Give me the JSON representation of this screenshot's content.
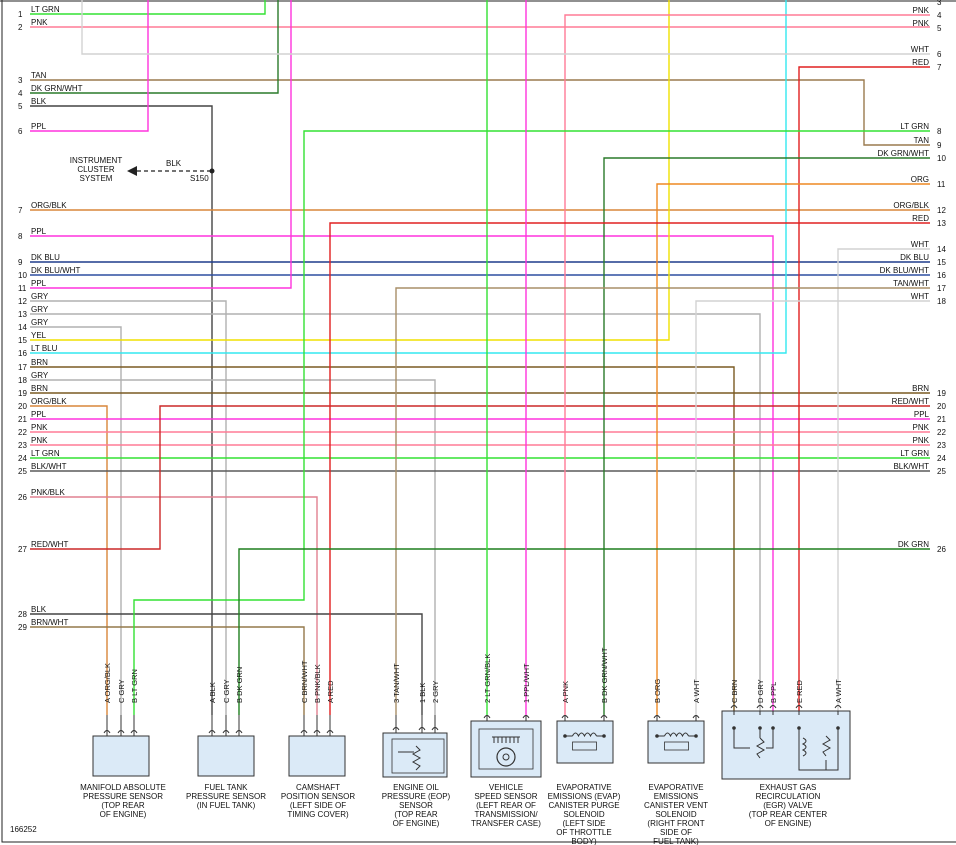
{
  "figure_id": "166252",
  "wire_colors": {
    "LT GRN": "#33e233",
    "PNK": "#ff7b96",
    "WHT": "#d2d2d2",
    "TAN": "#9a7a4e",
    "DK GRN/WHT": "#2a7a2a",
    "BLK": "#444444",
    "PPL": "#ff33dd",
    "RED": "#e02020",
    "ORG/BLK": "#d8863a",
    "DK BLU": "#1e3c8c",
    "DK BLU/WHT": "#2d4fa0",
    "GRY": "#b0b0b0",
    "YEL": "#f0e000",
    "LT BLU": "#33e8f0",
    "BRN": "#7a5a22",
    "RED/WHT": "#cc2828",
    "BLK/WHT": "#5a5a5a",
    "PNK/BLK": "#e08090",
    "BRN/WHT": "#94784a",
    "TAN/WHT": "#a88f68",
    "LT GRN/BLK": "#33cc55",
    "PPL/WHT": "#ee44dd",
    "ORG": "#ee8822",
    "DK GRN": "#1f7f1f"
  },
  "left_labels": [
    {
      "num": "1",
      "color": "LT GRN"
    },
    {
      "num": "2",
      "color": "PNK"
    },
    {
      "num": "3",
      "color": "TAN"
    },
    {
      "num": "4",
      "color": "DK GRN/WHT"
    },
    {
      "num": "5",
      "color": "BLK"
    },
    {
      "num": "6",
      "color": "PPL"
    },
    {
      "num": "7",
      "color": "ORG/BLK"
    },
    {
      "num": "8",
      "color": "PPL"
    },
    {
      "num": "9",
      "color": "DK BLU"
    },
    {
      "num": "10",
      "color": "DK BLU/WHT"
    },
    {
      "num": "11",
      "color": "PPL"
    },
    {
      "num": "12",
      "color": "GRY"
    },
    {
      "num": "13",
      "color": "GRY"
    },
    {
      "num": "14",
      "color": "GRY"
    },
    {
      "num": "15",
      "color": "YEL"
    },
    {
      "num": "16",
      "color": "LT BLU"
    },
    {
      "num": "17",
      "color": "BRN"
    },
    {
      "num": "18",
      "color": "GRY"
    },
    {
      "num": "19",
      "color": "BRN"
    },
    {
      "num": "20",
      "color": "ORG/BLK"
    },
    {
      "num": "21",
      "color": "PPL"
    },
    {
      "num": "22",
      "color": "PNK"
    },
    {
      "num": "23",
      "color": "PNK"
    },
    {
      "num": "24",
      "color": "LT GRN"
    },
    {
      "num": "25",
      "color": "BLK/WHT"
    },
    {
      "num": "26",
      "color": "PNK/BLK"
    },
    {
      "num": "27",
      "color": "RED/WHT"
    },
    {
      "num": "28",
      "color": "BLK"
    },
    {
      "num": "29",
      "color": "BRN/WHT"
    }
  ],
  "right_labels": [
    {
      "num": "3",
      "color": ""
    },
    {
      "num": "4",
      "color": "PNK"
    },
    {
      "num": "5",
      "color": "PNK"
    },
    {
      "num": "6",
      "color": "WHT"
    },
    {
      "num": "7",
      "color": "RED"
    },
    {
      "num": "8",
      "color": "LT GRN"
    },
    {
      "num": "9",
      "color": "TAN"
    },
    {
      "num": "10",
      "color": "DK GRN/WHT"
    },
    {
      "num": "11",
      "color": "ORG"
    },
    {
      "num": "12",
      "color": "ORG/BLK"
    },
    {
      "num": "13",
      "color": "RED"
    },
    {
      "num": "14",
      "color": "WHT"
    },
    {
      "num": "15",
      "color": "DK BLU"
    },
    {
      "num": "16",
      "color": "DK BLU/WHT"
    },
    {
      "num": "17",
      "color": "TAN/WHT"
    },
    {
      "num": "18",
      "color": "WHT"
    },
    {
      "num": "19",
      "color": "BRN"
    },
    {
      "num": "20",
      "color": "RED/WHT"
    },
    {
      "num": "21",
      "color": "PPL"
    },
    {
      "num": "22",
      "color": "PNK"
    },
    {
      "num": "23",
      "color": "PNK"
    },
    {
      "num": "24",
      "color": "LT GRN"
    },
    {
      "num": "25",
      "color": "BLK/WHT"
    },
    {
      "num": "26",
      "color": "DK GRN"
    }
  ],
  "instrument_cluster": {
    "label_lines": [
      "INSTRUMENT",
      "CLUSTER",
      "SYSTEM"
    ],
    "wire_color": "BLK",
    "splice": "S150"
  },
  "components": [
    {
      "id": "map",
      "caption": [
        "MANIFOLD ABSOLUTE",
        "PRESSURE SENSOR",
        "(TOP REAR",
        "OF ENGINE)"
      ],
      "pins": [
        {
          "pin": "A",
          "color": "ORG/BLK"
        },
        {
          "pin": "C",
          "color": "GRY"
        },
        {
          "pin": "B",
          "color": "LT GRN"
        }
      ]
    },
    {
      "id": "fuel-tank-pressure",
      "caption": [
        "FUEL TANK",
        "PRESSURE SENSOR",
        "(IN FUEL TANK)"
      ],
      "pins": [
        {
          "pin": "A",
          "color": "BLK"
        },
        {
          "pin": "C",
          "color": "GRY"
        },
        {
          "pin": "B",
          "color": "DK GRN"
        }
      ]
    },
    {
      "id": "camshaft",
      "caption": [
        "CAMSHAFT",
        "POSITION SENSOR",
        "(LEFT SIDE OF",
        "TIMING COVER)"
      ],
      "pins": [
        {
          "pin": "C",
          "color": "BRN/WHT"
        },
        {
          "pin": "B",
          "color": "PNK/BLK"
        },
        {
          "pin": "A",
          "color": "RED"
        }
      ]
    },
    {
      "id": "eop",
      "caption": [
        "ENGINE OIL",
        "PRESSURE (EOP)",
        "SENSOR",
        "(TOP REAR",
        "OF ENGINE)"
      ],
      "pins": [
        {
          "pin": "3",
          "color": "TAN/WHT"
        },
        {
          "pin": "1",
          "color": "BLK"
        },
        {
          "pin": "2",
          "color": "GRY"
        }
      ]
    },
    {
      "id": "vss",
      "caption": [
        "VEHICLE",
        "SPEED SENSOR",
        "(LEFT REAR OF",
        "TRANSMISSION/",
        "TRANSFER CASE)"
      ],
      "pins": [
        {
          "pin": "2",
          "color": "LT GRN/BLK"
        },
        {
          "pin": "1",
          "color": "PPL/WHT"
        }
      ]
    },
    {
      "id": "evap-purge",
      "caption": [
        "EVAPORATIVE",
        "EMISSIONS (EVAP)",
        "CANISTER PURGE",
        "SOLENOID",
        "(LEFT SIDE",
        "OF THROTTLE",
        "BODY)"
      ],
      "pins": [
        {
          "pin": "A",
          "color": "PNK"
        },
        {
          "pin": "B",
          "color": "DK GRN/WHT"
        }
      ]
    },
    {
      "id": "evap-vent",
      "caption": [
        "EVAPORATIVE",
        "EMISSIONS",
        "CANISTER VENT",
        "SOLENOID",
        "(RIGHT FRONT",
        "SIDE OF",
        "FUEL TANK)"
      ],
      "pins": [
        {
          "pin": "B",
          "color": "ORG"
        },
        {
          "pin": "A",
          "color": "WHT"
        }
      ]
    },
    {
      "id": "egr",
      "caption": [
        "EXHAUST GAS",
        "RECIRCULATION",
        "(EGR) VALVE",
        "(TOP REAR CENTER",
        "OF ENGINE)"
      ],
      "pins": [
        {
          "pin": "C",
          "color": "BRN"
        },
        {
          "pin": "D",
          "color": "GRY"
        },
        {
          "pin": "B",
          "color": "PPL"
        },
        {
          "pin": "E",
          "color": "RED"
        },
        {
          "pin": "A",
          "color": "WHT"
        }
      ]
    }
  ]
}
